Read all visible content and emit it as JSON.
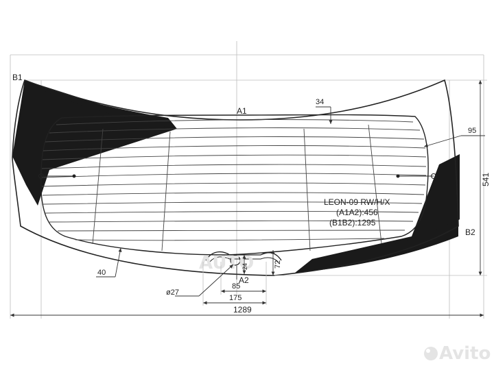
{
  "points": {
    "b1": "B1",
    "b2": "B2",
    "a1": "A1",
    "a2": "A2"
  },
  "dimensions": {
    "width_total": "1289",
    "height_total": "541",
    "edge_top": "34",
    "edge_right": "95",
    "edge_bottom": "40",
    "hole_diameter": "ø27",
    "mount_w_85": "85",
    "mount_w_175": "175",
    "mount_h_24": "24",
    "mount_h_72": "72"
  },
  "spec": {
    "model": "LEON-09 RW/H/X",
    "a1a2": "(A1A2):456",
    "b1b2": "(B1B2):1295"
  },
  "watermark": {
    "brand": "Avito"
  },
  "colors": {
    "ceramic_band": "#1a1a1a",
    "line": "#222222",
    "guide": "#bdbdbd",
    "watermark": "#e4e4e4"
  }
}
